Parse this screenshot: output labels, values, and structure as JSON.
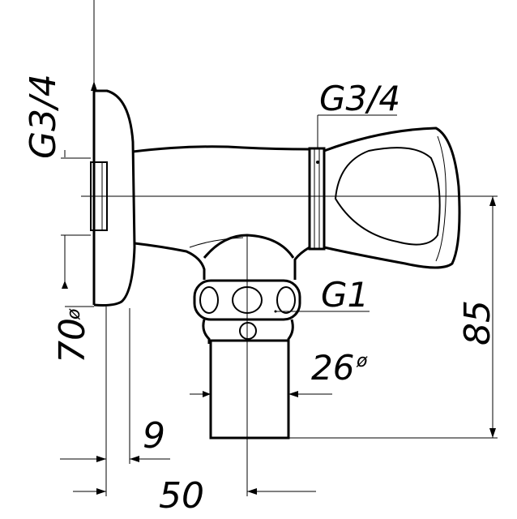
{
  "labels": {
    "wall_thread": "G3/4",
    "handle_thread": "G3/4",
    "outlet_thread": "G1",
    "rosette_diameter": "70",
    "outlet_diameter": "26",
    "height_dim": "85",
    "offset_dim": "9",
    "depth_dim": "50"
  },
  "symbols": {
    "diameter_mark": "ø"
  }
}
